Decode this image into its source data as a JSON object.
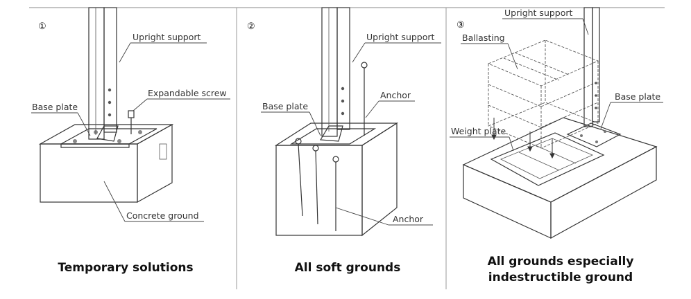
{
  "panels": [
    {
      "number": "①",
      "caption": "Temporary solutions",
      "labels": {
        "upright_support": "Upright support",
        "expandable_screw": "Expandable screw",
        "base_plate": "Base plate",
        "concrete_ground": "Concrete ground"
      }
    },
    {
      "number": "②",
      "caption": "All soft grounds",
      "labels": {
        "upright_support": "Upright support",
        "anchor_top": "Anchor",
        "base_plate": "Base plate",
        "anchor_bottom": "Anchor"
      }
    },
    {
      "number": "③",
      "caption_line1": "All grounds especially",
      "caption_line2": "indestructible ground",
      "labels": {
        "upright_support": "Upright support",
        "ballasting": "Ballasting",
        "base_plate": "Base plate",
        "weight_plate": "Weight plate"
      }
    }
  ]
}
